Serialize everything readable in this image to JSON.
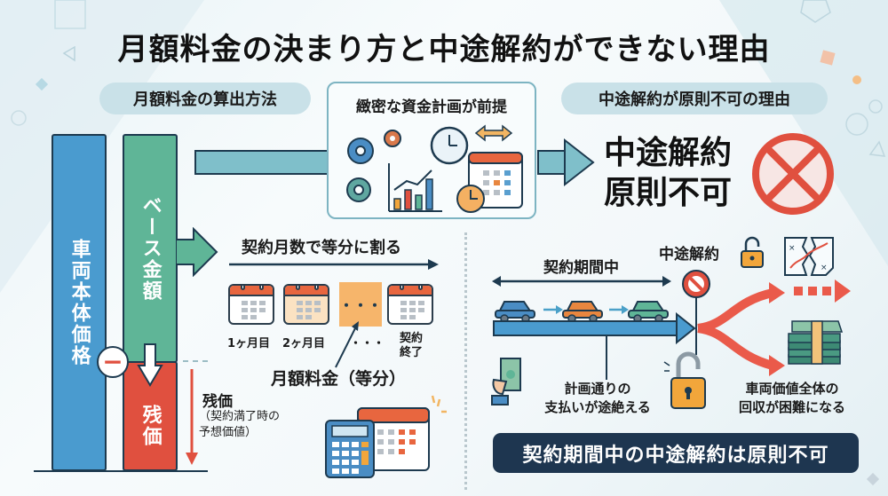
{
  "title": "月額料金の決まり方と中途解約ができない理由",
  "sections": {
    "left_header": "月額料金の算出方法",
    "center_header": "緻密な資金計画が前提",
    "right_header": "中途解約が原則不可の理由"
  },
  "calculation": {
    "vehicle_price_label": "車両本体価格",
    "base_amount_label": "ベース金額",
    "residual_label": "残価",
    "minus_symbol": "−",
    "residual_note_title": "残価",
    "residual_note_line1": "（契約満了時の",
    "residual_note_line2": "予想価値）",
    "split_label": "契約月数で等分に割る",
    "months": [
      {
        "label": "1ヶ月目"
      },
      {
        "label": "2ヶ月目"
      },
      {
        "label": "・・・"
      },
      {
        "label_line1": "契約",
        "label_line2": "終了"
      }
    ],
    "ellipsis": "・・・",
    "monthly_fee_label": "月額料金（等分）"
  },
  "reason": {
    "headline_line1": "中途解約",
    "headline_line2": "原則不可",
    "contract_period_label": "契約期間中",
    "cancellation_label": "中途解約",
    "effect1_line1": "計画通りの",
    "effect1_line2": "支払いが途絶える",
    "effect2_line1": "車両価値全体の",
    "effect2_line2": "回収が困難になる",
    "conclusion": "契約期間中の中途解約は原則不可"
  },
  "colors": {
    "vehicle_bar": "#4a9bcf",
    "base_bar": "#5fb597",
    "residual_bar": "#e0503f",
    "accent_red": "#e0503f",
    "banner": "#1e3650",
    "pill": "#c9e1e8",
    "arrow_teal": "#7fbfca"
  }
}
